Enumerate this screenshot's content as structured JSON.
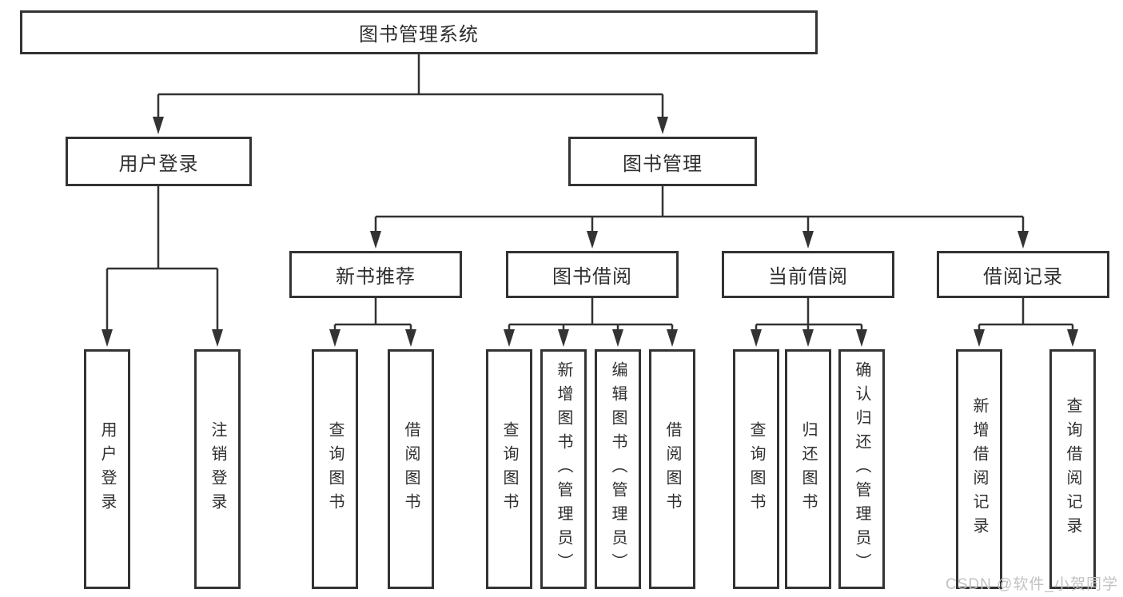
{
  "title": "图书管理系统",
  "branches": [
    {
      "label": "用户登录",
      "children": [
        {
          "label": "用户登录"
        },
        {
          "label": "注销登录"
        }
      ]
    },
    {
      "label": "图书管理",
      "children": [
        {
          "label": "新书推荐",
          "children": [
            {
              "label": "查询图书"
            },
            {
              "label": "借阅图书"
            }
          ]
        },
        {
          "label": "图书借阅",
          "children": [
            {
              "label": "查询图书"
            },
            {
              "label": "新增图书（管理员）"
            },
            {
              "label": "编辑图书（管理员）"
            },
            {
              "label": "借阅图书"
            }
          ]
        },
        {
          "label": "当前借阅",
          "children": [
            {
              "label": "查询图书"
            },
            {
              "label": "归还图书"
            },
            {
              "label": "确认归还（管理员）"
            }
          ]
        },
        {
          "label": "借阅记录",
          "children": [
            {
              "label": "新增借阅记录"
            },
            {
              "label": "查询借阅记录"
            }
          ]
        }
      ]
    }
  ],
  "watermark": "CSDN @软件_小贺同学",
  "colors": {
    "line": "#333333",
    "text": "#2f2f2f",
    "box_background": "#ffffff",
    "watermark": "#c2c2c2"
  }
}
